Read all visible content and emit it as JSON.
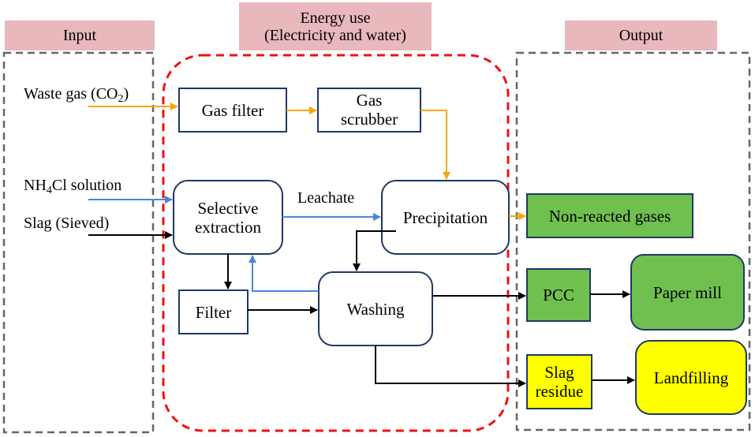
{
  "headers": {
    "input": "Input",
    "energy_line1": "Energy use",
    "energy_line2": "(Electricity and water)",
    "output": "Output"
  },
  "inputs": {
    "waste_gas_main": "Waste gas (CO",
    "waste_gas_sub": "2",
    "waste_gas_end": ")",
    "nh4cl_main1": "NH",
    "nh4cl_sub": "4",
    "nh4cl_main2": "Cl solution",
    "slag": "Slag (Sieved)"
  },
  "process": {
    "gas_filter": "Gas filter",
    "gas_scrubber_line1": "Gas",
    "gas_scrubber_line2": "scrubber",
    "selective_line1": "Selective",
    "selective_line2": "extraction",
    "leachate": "Leachate",
    "precipitation": "Precipitation",
    "filter": "Filter",
    "washing": "Washing"
  },
  "outputs": {
    "non_reacted": "Non-reacted gases",
    "pcc": "PCC",
    "paper_mill": "Paper mill",
    "slag_residue_line1": "Slag",
    "slag_residue_line2": "residue",
    "landfilling": "Landfilling"
  },
  "colors": {
    "header_fill": "#e8b8bc",
    "energy_border": "#ee1111",
    "dashed_border": "#666666",
    "box_border": "#1f3864",
    "green_fill": "#70c050",
    "yellow_fill": "#ffff00",
    "gas_arrow": "#f5a800",
    "liquid_arrow": "#4a86d8",
    "solid_arrow": "#000000"
  }
}
